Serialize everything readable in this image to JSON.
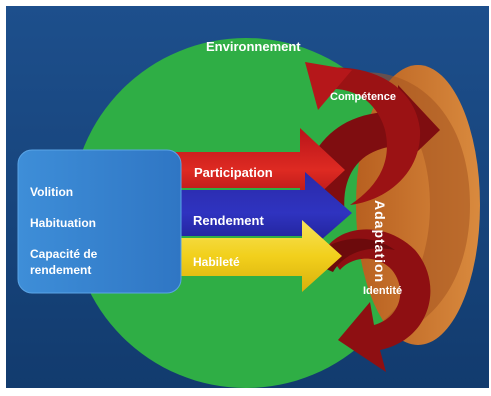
{
  "diagram": {
    "environment_label": "Environnement",
    "adaptation_label": "Adaptation",
    "competence_label": "Compétence",
    "identity_label": "Identité",
    "arrows": {
      "participation": "Participation",
      "rendement": "Rendement",
      "habilete": "Habileté"
    },
    "person_box": {
      "volition": "Volition",
      "habituation": "Habituation",
      "capacite": "Capacité de rendement"
    }
  },
  "colors": {
    "background": "#1a4a86",
    "environment_circle": "#2fae45",
    "person_box": "#3a86d2",
    "participation_arrow": "#d21c1c",
    "rendement_arrow": "#2222aa",
    "habilete_arrow": "#f1cf1a",
    "adaptation_disc": "#c9722e",
    "curved_arrows": "#8e0f10"
  }
}
